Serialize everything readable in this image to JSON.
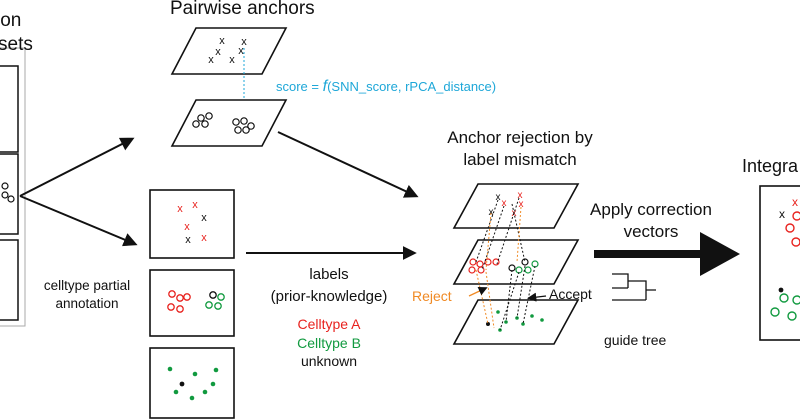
{
  "labels": {
    "left_title_line1": "ion",
    "left_title_line2": "sets",
    "pairwise_anchors": "Pairwise anchors",
    "score_prefix": "score = ",
    "score_f": "f",
    "score_args": "(SNN_score, rPCA_distance)",
    "anchor_rejection_line1": "Anchor rejection by",
    "anchor_rejection_line2": "label mismatch",
    "integra": "Integra",
    "apply_line1": "Apply correction",
    "apply_line2": "vectors",
    "celltype_partial_line1": "celltype partial",
    "celltype_partial_line2": "annotation",
    "labels_line1": "labels",
    "labels_line2": "(prior-knowledge)",
    "celltype_a": "Celltype A",
    "celltype_b": "Celltype B",
    "unknown": "unknown",
    "reject": "Reject",
    "accept": "Accept",
    "guide_tree": "guide tree"
  },
  "colors": {
    "celltype_a": "#e8231f",
    "celltype_b": "#119a3f",
    "unknown": "#111111",
    "score": "#1ea7d8",
    "reject": "#f08a24",
    "ink": "#111111"
  }
}
